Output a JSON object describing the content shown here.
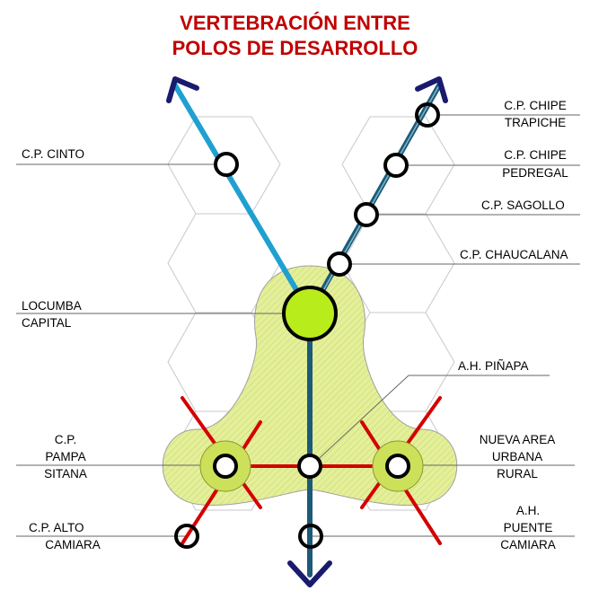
{
  "title": {
    "line1": "VERTEBRACIÓN ENTRE",
    "line2": "POLOS DE DESARROLLO"
  },
  "labels": {
    "cinto": "C.P. CINTO",
    "chipe_trapiche_1": "C.P.  CHIPE",
    "chipe_trapiche_2": "TRAPICHE",
    "chipe_pedregal_1": "C.P.  CHIPE",
    "chipe_pedregal_2": "PEDREGAL",
    "sagollo": "C.P. SAGOLLO",
    "chaucalana": "C.P. CHAUCALANA",
    "locumba_1": "LOCUMBA",
    "locumba_2": "CAPITAL",
    "pinapa": "A.H. PIÑAPA",
    "pampa_1": "C.P.",
    "pampa_2": "PAMPA",
    "pampa_3": "SITANA",
    "nueva_1": "NUEVA AREA",
    "nueva_2": "URBANA",
    "nueva_3": "RURAL",
    "alto_1": "C.P.  ALTO",
    "alto_2": "CAMIARA",
    "puente_1": "A.H.",
    "puente_2": "PUENTE",
    "puente_3": "CAMIARA"
  },
  "colors": {
    "title": "#c00000",
    "axis_left": "#1fa0d0",
    "axis_right": "#1c5a78",
    "axis_center": "#1c5a78",
    "arrow_head": "#1a1a6e",
    "red_axis": "#d40000",
    "pole_fill": "#e4ef9a",
    "center_node": "#b8ec1a"
  }
}
